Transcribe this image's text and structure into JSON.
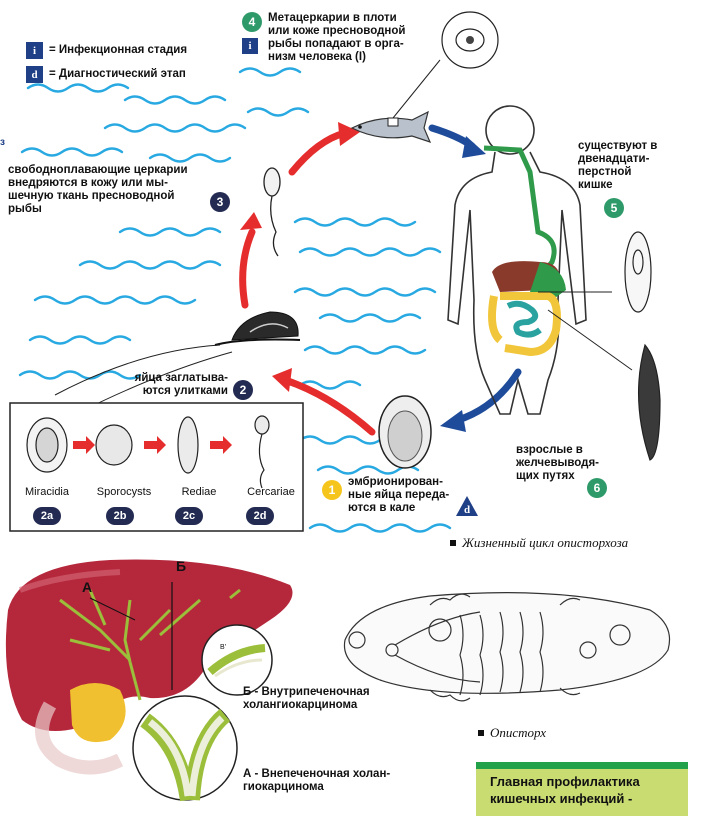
{
  "legend": {
    "infection_symbol": "i",
    "infection_text": "= Инфекционная стадия",
    "diagnostic_symbol": "d",
    "diagnostic_text": "= Диагностический этап"
  },
  "steps": {
    "step1": {
      "num": "1",
      "text_l1": "эмбрионирован-",
      "text_l2": "ные яйца переда-",
      "text_l3": "ются в кале"
    },
    "step2": {
      "num": "2",
      "text_l1": "яйца заглатыва-",
      "text_l2": "ются  улитками"
    },
    "step3": {
      "num": "3",
      "text_l1": "свободноплавающие церкарии",
      "text_l2": "внедряются  в кожу или мы-",
      "text_l3": "шечную ткань  пресноводной",
      "text_l4": "рыбы"
    },
    "step4": {
      "num": "4",
      "text_l1": "Метацеркарии в плоти",
      "text_l2": "или коже пресноводной",
      "text_l3": "рыбы попадают в орга-",
      "text_l4": "низм человека (I)"
    },
    "step5": {
      "num": "5",
      "text_l1": "существуют в",
      "text_l2": "двенадцати-",
      "text_l3": "перстной",
      "text_l4": "кишке"
    },
    "step6": {
      "num": "6",
      "text_l1": "взрослые в",
      "text_l2": "желчевыводя-",
      "text_l3": "щих путях"
    }
  },
  "markers": {
    "i_top": "i",
    "i_left": "i",
    "d_bottom": "d",
    "stray_left": "з"
  },
  "stages": [
    {
      "label": "Miracidia",
      "num": "2a"
    },
    {
      "label": "Sporocysts",
      "num": "2b"
    },
    {
      "label": "Rediae",
      "num": "2c"
    },
    {
      "label": "Cercariae",
      "num": "2d"
    }
  ],
  "captions": {
    "lifecycle": "Жизненный цикл описторхоза",
    "fluke": "Описторх"
  },
  "liver": {
    "letter_a": "А",
    "letter_b": "Б",
    "b_prime": "B'",
    "b_l1": "Б - Внутрипеченочная",
    "b_l2": "холангиокарцинома",
    "a_l1": "А - Внепеченочная холан-",
    "a_l2": "гиокарцинома"
  },
  "promo": {
    "l1": "Главная профилактика",
    "l2": "кишечных инфекций -"
  },
  "colors": {
    "water": "#29a9e1",
    "red_arrow": "#e52d2d",
    "blue_arrow": "#1f4c9a",
    "dark_badge": "#232b52",
    "green_badge": "#2e9a6a",
    "yellow_badge": "#f6c51c",
    "liver": "#b5283c",
    "promo_bg": "#c8dc72",
    "promo_bar": "#23a04a"
  }
}
